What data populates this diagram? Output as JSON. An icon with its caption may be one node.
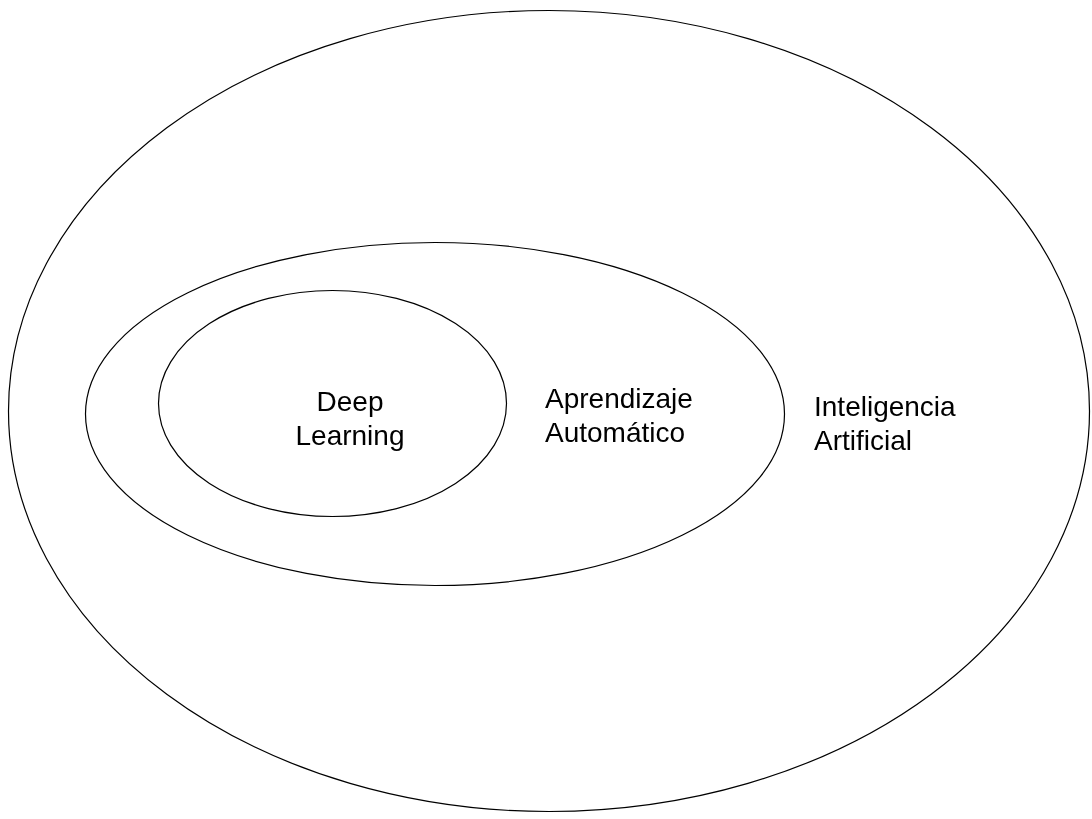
{
  "diagram": {
    "nodes": [
      {
        "text": [
          "Inteligencia Artificial"
        ]
      },
      {
        "text": [
          "Aprendizaje Automático"
        ],
        "in": 0
      },
      {
        "text": [
          "Deep Learning"
        ],
        "in": 1
      }
    ]
  }
}
